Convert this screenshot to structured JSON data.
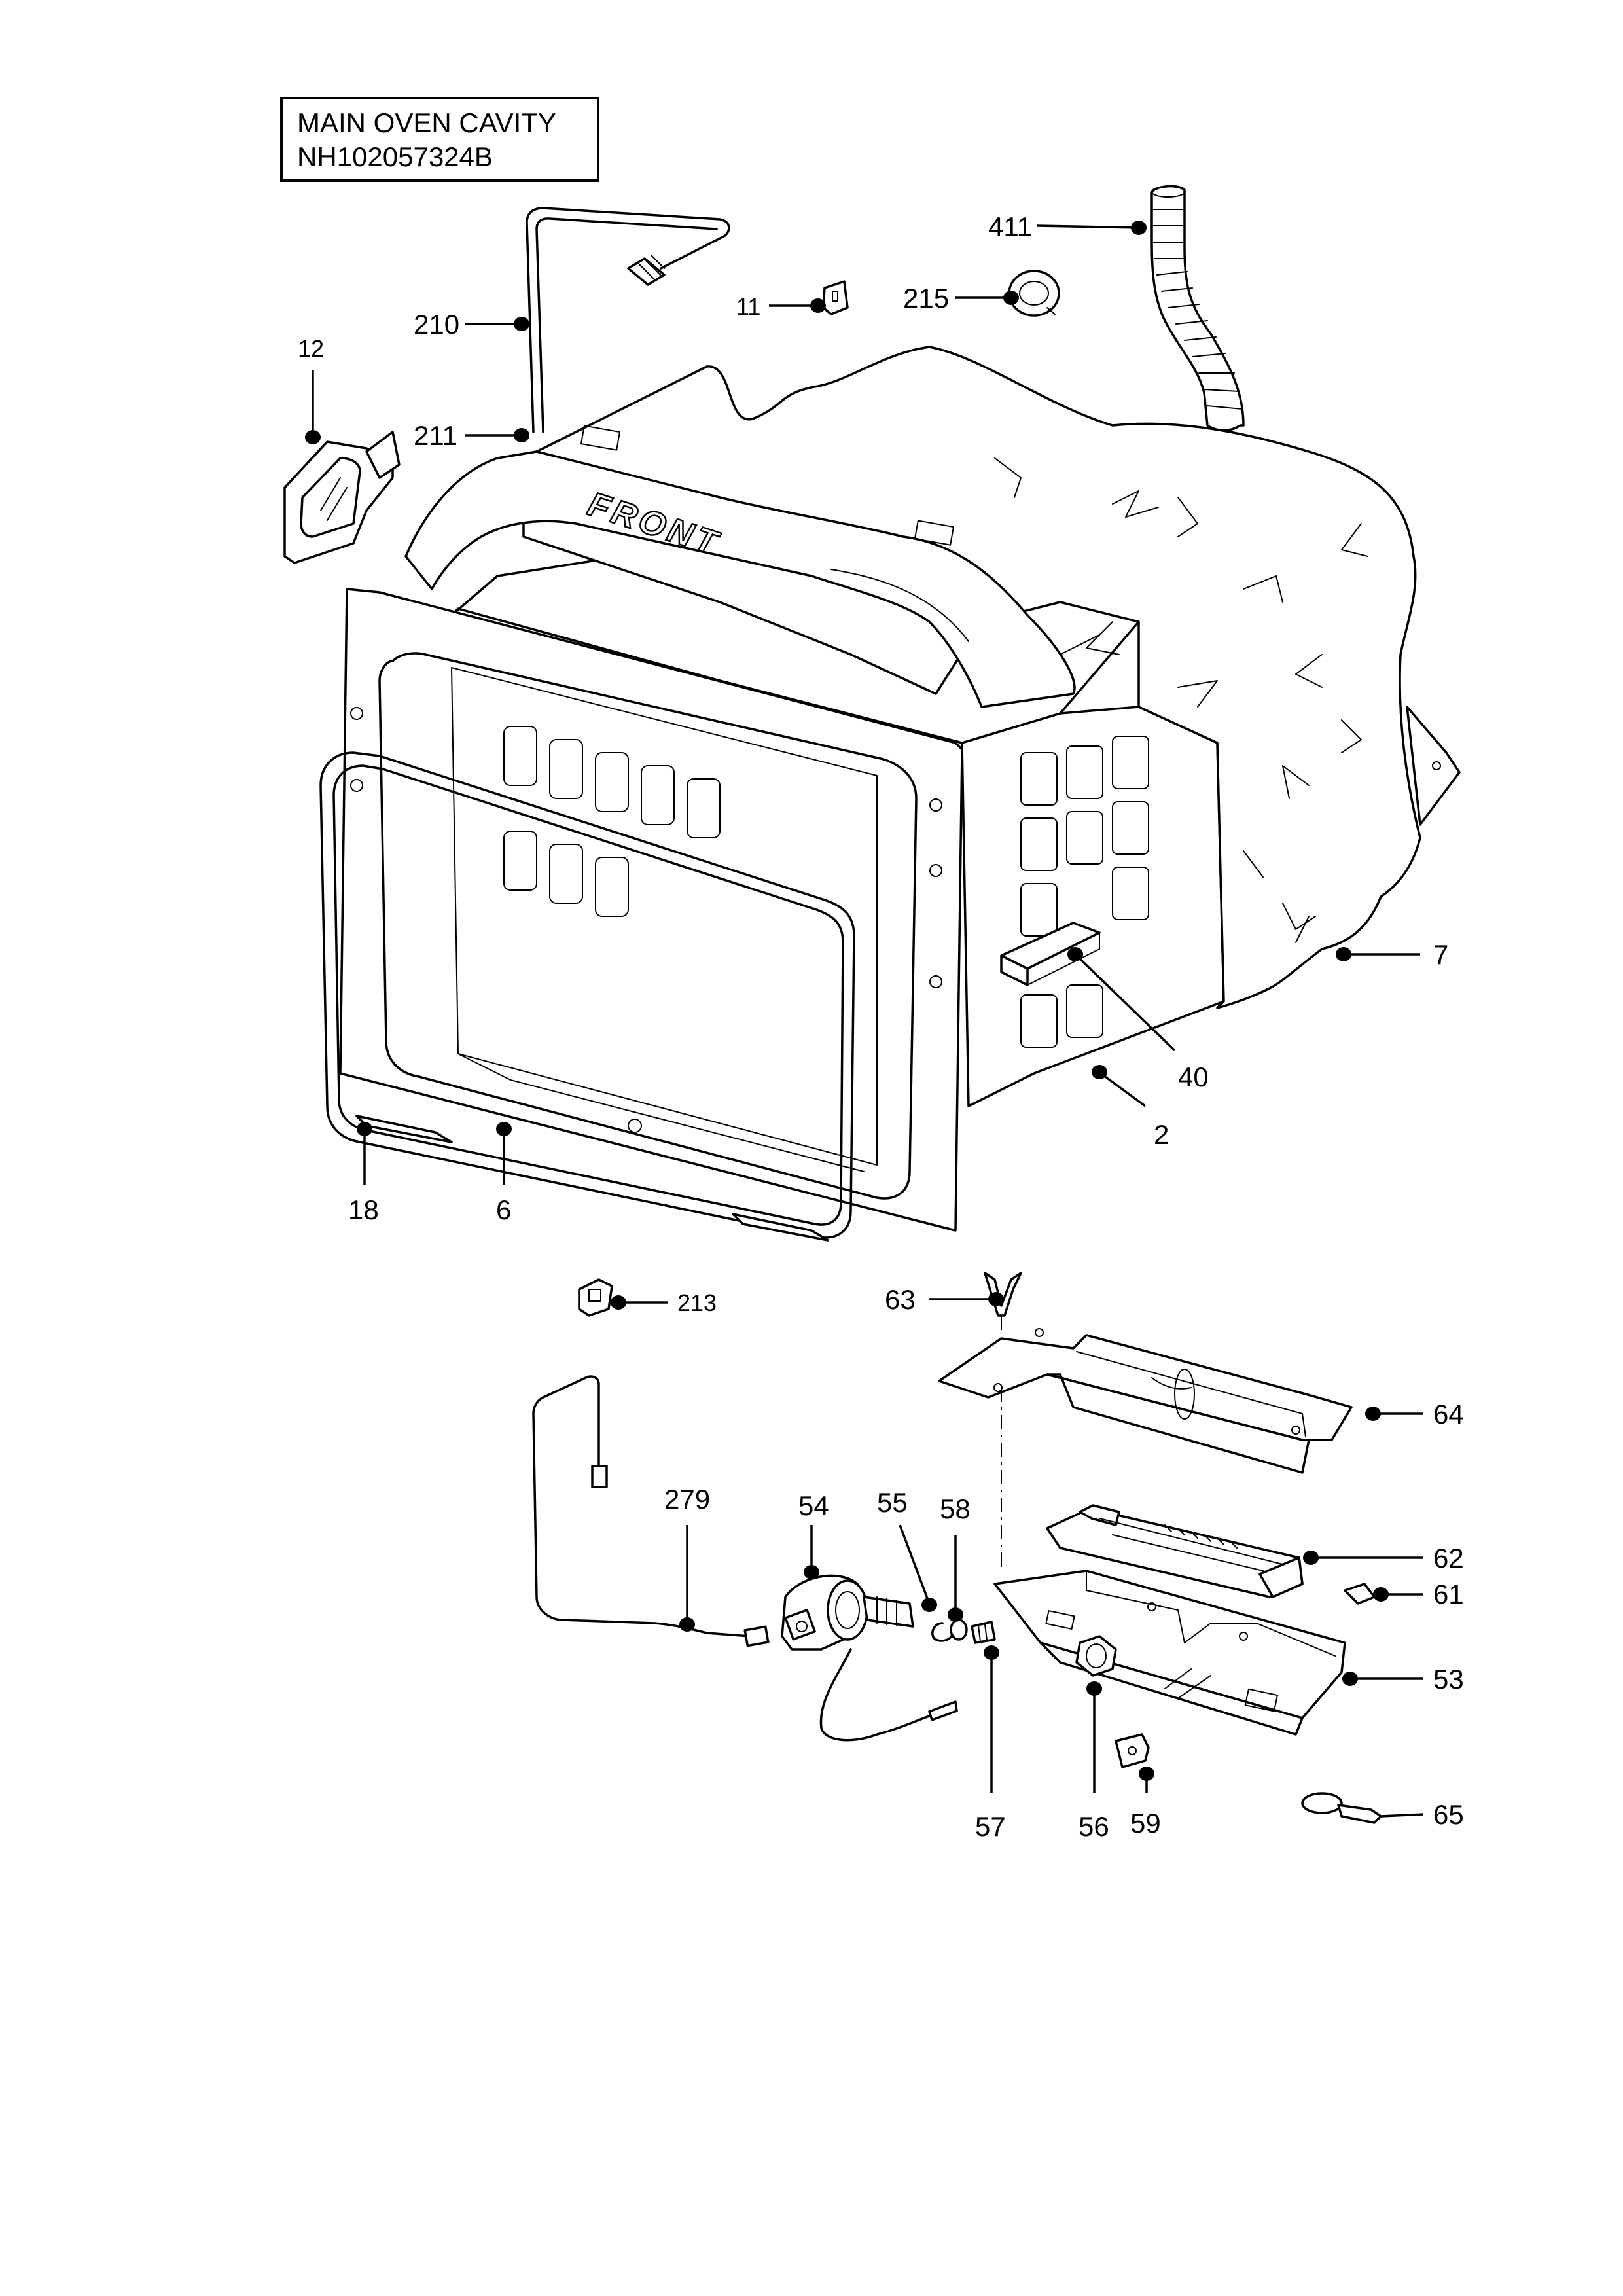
{
  "title": {
    "line1": "MAIN OVEN CAVITY",
    "line2": "NH102057324B"
  },
  "embossed_text": "FRONT",
  "callouts": {
    "c411": "411",
    "c11": "11",
    "c215": "215",
    "c210": "210",
    "c12": "12",
    "c211": "211",
    "c7": "7",
    "c40": "40",
    "c2": "2",
    "c18": "18",
    "c6": "6",
    "c213": "213",
    "c63": "63",
    "c64": "64",
    "c279": "279",
    "c54": "54",
    "c55": "55",
    "c58": "58",
    "c62": "62",
    "c61": "61",
    "c53": "53",
    "c57": "57",
    "c56": "56",
    "c59": "59",
    "c65": "65"
  }
}
